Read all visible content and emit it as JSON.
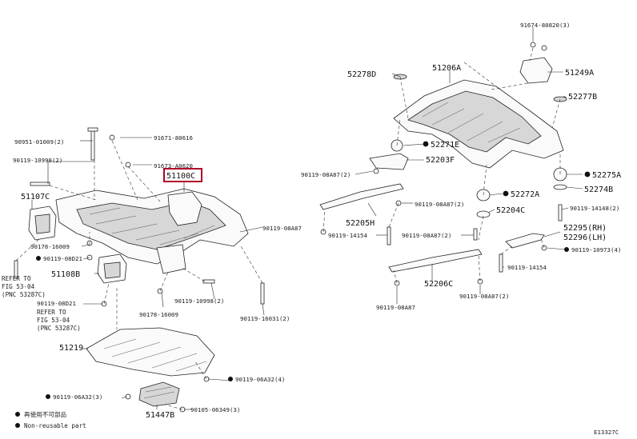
{
  "labels": {
    "p51100c": "51100C",
    "p90951_01009": "90951-01009(2)",
    "p91671_80616": "91671-80616",
    "p90119_10998_top": "90119-10998(2)",
    "p91673_a0620": "91673-A0620",
    "p51107c": "51107C",
    "p90178_16009_a": "90178-16009",
    "p90119_08d21_a": "90119-08D21",
    "p90119_08a87_c": "90119-08A87",
    "p51108b": "51108B",
    "p90119_08d21_b": "90119-08D21",
    "p90119_10998_b": "90119-10998(2)",
    "p90178_16009_b": "90178-16009",
    "p90119_16031": "90119-16031(2)",
    "p51219": "51219",
    "p90119_06a32_r": "90119-06A32(4)",
    "p90119_06a32_l": "90119-06A32(3)",
    "p51447b": "51447B",
    "p90105_06349": "90105-06349(3)",
    "p91674_80820": "91674-80820(3)",
    "p52278d": "52278D",
    "p51206a": "51206A",
    "p51249a": "51249A",
    "p52277b": "52277B",
    "p52271e": "52271E",
    "p52203f": "52203F",
    "p90119_08a87_a": "90119-08A87(2)",
    "p52275a": "52275A",
    "p52274b": "52274B",
    "p52272a": "52272A",
    "p90119_08a87_b": "90119-08A87(2)",
    "p52205h": "52205H",
    "p52204c": "52204C",
    "p90119_14148": "90119-14148(2)",
    "p90119_14154_a": "90119-14154",
    "p90119_08a87_d": "90119-08A87(2)",
    "p52295": "52295(RH)",
    "p52296": "52296(LH)",
    "p90119_10973": "90119-10973(4)",
    "p90119_14154_b": "90119-14154",
    "p52206c": "52206C",
    "p90119_08a87_e": "90119-08A87",
    "p90119_08a87_f": "90119-08A87(2)"
  },
  "notes": {
    "refer1_l1": "REFER TO",
    "refer1_l2": "FIG 53-04",
    "refer1_l3": "(PNC 53287C)",
    "refer2_l1": "REFER TO",
    "refer2_l2": "FIG 53-04",
    "refer2_l3": "(PNC 53287C)"
  },
  "legend": {
    "jp": "再使用不可部品",
    "en": "Non-reusable part"
  },
  "figure_code": "E13327C",
  "colors": {
    "highlight": "#b0002a",
    "ink": "#1a1a1a"
  }
}
